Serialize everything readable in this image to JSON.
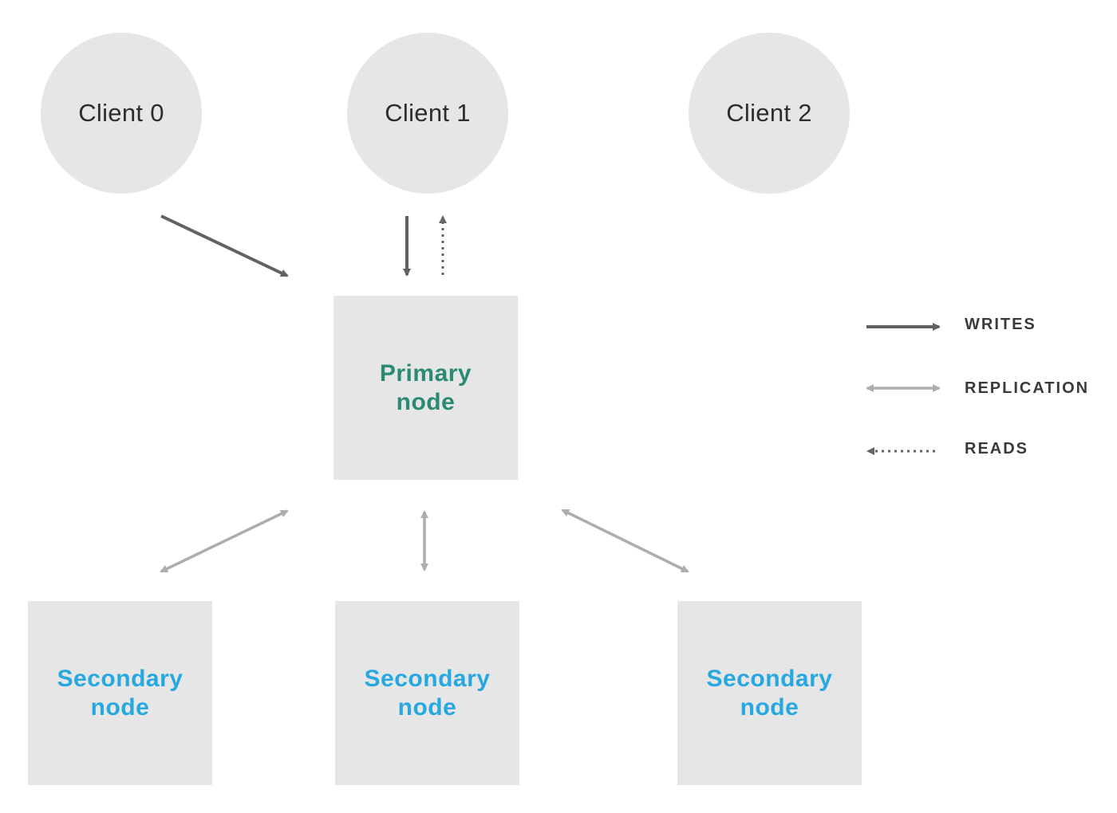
{
  "colors": {
    "shape_fill": "#e6e6e6",
    "writes": "#626262",
    "replication": "#adadad",
    "reads": "#666666",
    "primary_text": "#2b8a73",
    "secondary_text": "#27a8e0"
  },
  "clients": [
    {
      "label": "Client 0"
    },
    {
      "label": "Client 1"
    },
    {
      "label": "Client 2"
    }
  ],
  "primary": {
    "line1": "Primary",
    "line2": "node"
  },
  "secondaries": [
    {
      "line1": "Secondary",
      "line2": "node"
    },
    {
      "line1": "Secondary",
      "line2": "node"
    },
    {
      "line1": "Secondary",
      "line2": "node"
    }
  ],
  "legend": {
    "writes": "WRITES",
    "replication": "REPLICATION",
    "reads": "READS"
  }
}
